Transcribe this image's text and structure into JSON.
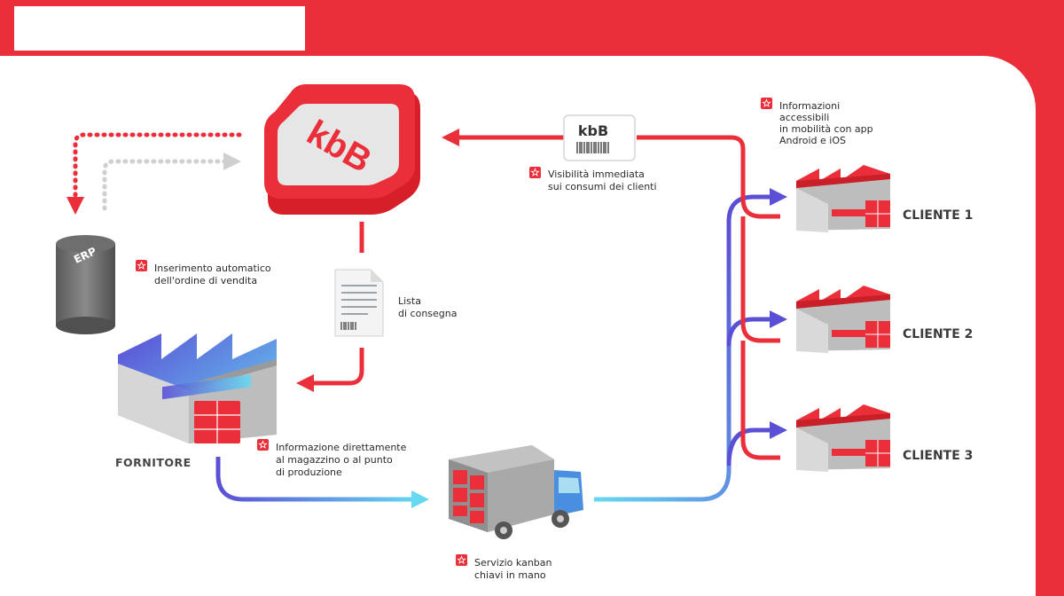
{
  "colors": {
    "red": "#ea2f3a",
    "blue": "#5b4fd6",
    "cyan": "#66d9f0",
    "grey": "#cfcfcf"
  },
  "central": {
    "logo_text": "kbB"
  },
  "erp": {
    "label": "ERP"
  },
  "card": {
    "logo_text": "kbB"
  },
  "supplier": {
    "label": "FORNITORE"
  },
  "clients": [
    {
      "label": "CLIENTE 1"
    },
    {
      "label": "CLIENTE 2"
    },
    {
      "label": "CLIENTE 3"
    }
  ],
  "notes": {
    "inserimento": {
      "lines": [
        "Inserimento automatico",
        "dell'ordine di vendita"
      ]
    },
    "lista": {
      "lines": [
        "Lista",
        "di consegna"
      ]
    },
    "visibilita": {
      "lines": [
        "Visibilità immediata",
        "sui consumi dei clienti"
      ]
    },
    "informazioni_app": {
      "lines": [
        "Informazioni",
        "accessibili",
        "in mobilità con app",
        "Android e iOS"
      ]
    },
    "informazione_magazzino": {
      "lines": [
        "Informazione direttamente",
        "al magazzino o al punto",
        "di produzione"
      ]
    },
    "servizio": {
      "lines": [
        "Servizio kanban",
        "chiavi in mano"
      ]
    }
  }
}
